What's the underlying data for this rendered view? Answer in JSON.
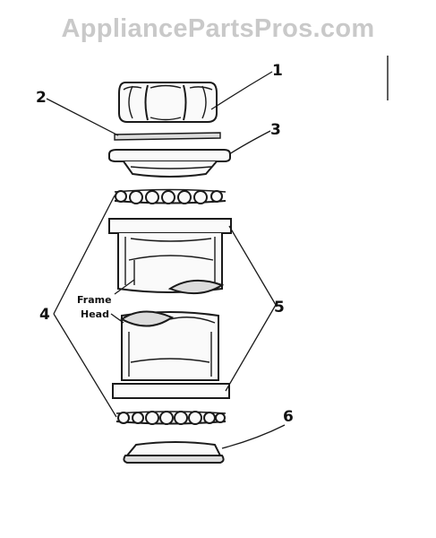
{
  "watermark": "AppliancePartsPros.com",
  "callouts": {
    "c1": "1",
    "c2": "2",
    "c3": "3",
    "c4": "4",
    "c5": "5",
    "c6": "6"
  },
  "frame_head_label": {
    "line1": "Frame",
    "line2": "Head"
  },
  "parts": [
    {
      "callout": "1",
      "icon": "hex-nut-icon"
    },
    {
      "callout": "2",
      "icon": "washer-icon"
    },
    {
      "callout": "3",
      "icon": "upper-cup-icon"
    },
    {
      "callout": "4",
      "icon": "bearing-ring-icon"
    },
    {
      "callout": "5",
      "icon": "bearing-race-icon"
    },
    {
      "callout": "6",
      "icon": "lower-cup-icon"
    }
  ]
}
